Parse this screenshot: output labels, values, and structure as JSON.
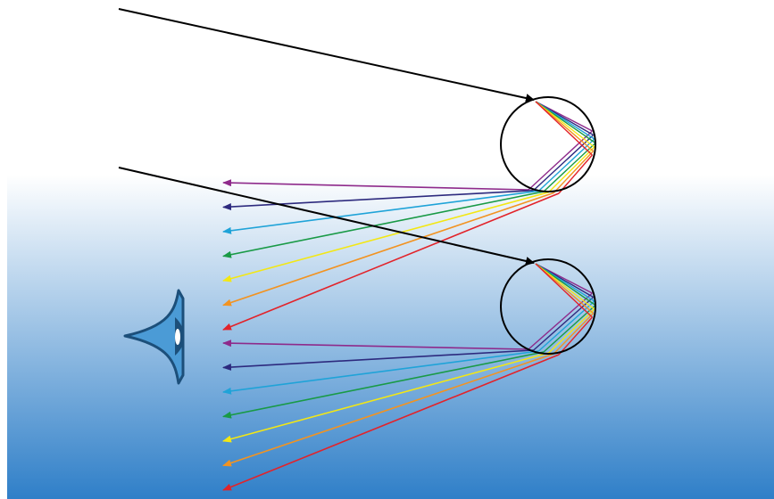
{
  "colors": {
    "ray": "#000000",
    "droplet": "#000000",
    "sky_top": "#ffffff",
    "sky_bottom": "#2f7fc8",
    "eye_fill": "#4b9bd6",
    "eye_outline": "#1c4f7a",
    "spectrum": [
      "#8e2a8b",
      "#2d2a7e",
      "#1fa3d8",
      "#199a46",
      "#f3e714",
      "#f29321",
      "#e2232a"
    ]
  },
  "spectrum_names": [
    "violet",
    "indigo",
    "blue",
    "green",
    "yellow",
    "orange",
    "red"
  ],
  "icons": {
    "eye": "eye-icon"
  }
}
